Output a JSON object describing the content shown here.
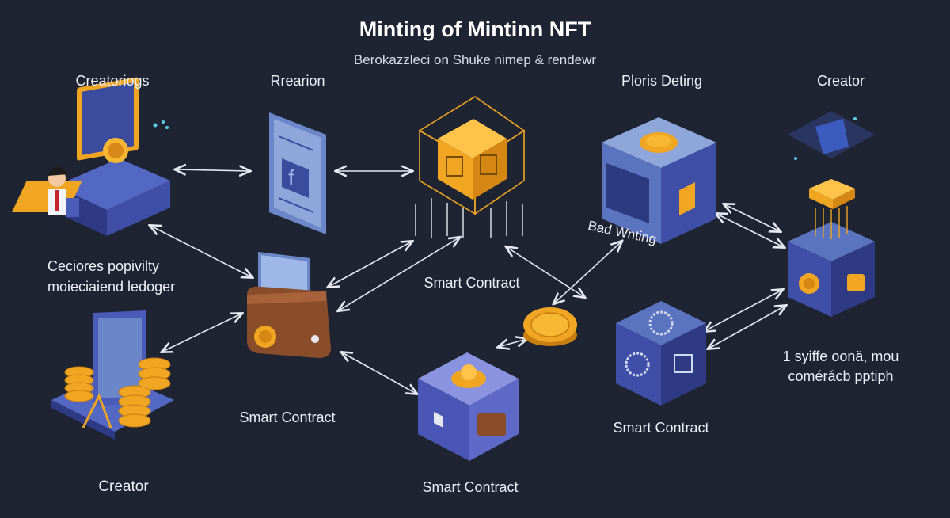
{
  "diagram": {
    "title": "Minting of Mintinn NFT",
    "subtitle": "Berokazzleci on Shuke nimep & rendewr",
    "labels": {
      "creator_top_left": "Creatoriogs",
      "rearation": "Rrearion",
      "smart_contract_center": "Smart Contract",
      "ploris_deting": "Ploris Deting",
      "creator_top_right": "Creator",
      "ledger_note_line1": "Ceciores popivilty",
      "ledger_note_line2": "moieciaiend ledoger",
      "bad_winting": "Bad Wnting",
      "smart_contract_wallet": "Smart Contract",
      "smart_contract_bottom": "Smart Contract",
      "smart_contract_right": "Smart Contract",
      "right_note_line1": "1 syiffe oonä, mou",
      "right_note_line2": "comérácb pptiph",
      "creator_bottom_left": "Creator"
    },
    "colors": {
      "background": "#1f2433",
      "cube_blue": "#3f4fa8",
      "cube_blue_light": "#6b86c9",
      "gold": "#f0a623",
      "wallet_brown": "#8a4d2a",
      "arrow": "#e6e9f2"
    }
  }
}
